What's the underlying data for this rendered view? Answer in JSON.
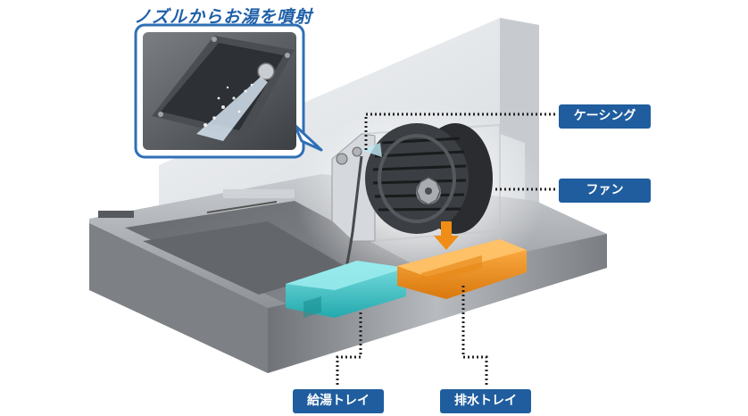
{
  "headline": "ノズルからお湯を噴射",
  "callouts": {
    "casing": "ケーシング",
    "fan": "ファン",
    "hot_water_tray": "給湯トレイ",
    "drain_tray": "排水トレイ"
  },
  "colors": {
    "label_background": "#1f5d9e",
    "label_text": "#ffffff",
    "headline": "#1f5fa8",
    "hot_water_tray": "#3ec6c9",
    "drain_tray": "#f0931e",
    "hood_steel": "#9a9da2",
    "backsplash": "#e3e6e9"
  },
  "icons": [
    "hood-illustration",
    "nozzle-closeup-photo",
    "sirocco-fan",
    "nozzle-spray"
  ]
}
